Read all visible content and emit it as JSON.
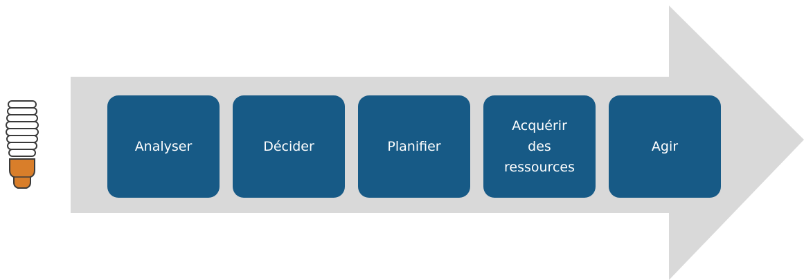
{
  "diagram": {
    "type": "process-arrow",
    "colors": {
      "arrow": "#d9d9d9",
      "step_box": "#175a86",
      "step_text": "#ffffff",
      "bulb_base": "#d97e2a",
      "bulb_outline": "#3a3a3a"
    },
    "icon": "lightbulb-icon",
    "steps": [
      {
        "label": "Analyser"
      },
      {
        "label": "Décider"
      },
      {
        "label": "Planifier"
      },
      {
        "label": "Acquérir\ndes\nressources"
      },
      {
        "label": "Agir"
      }
    ]
  }
}
